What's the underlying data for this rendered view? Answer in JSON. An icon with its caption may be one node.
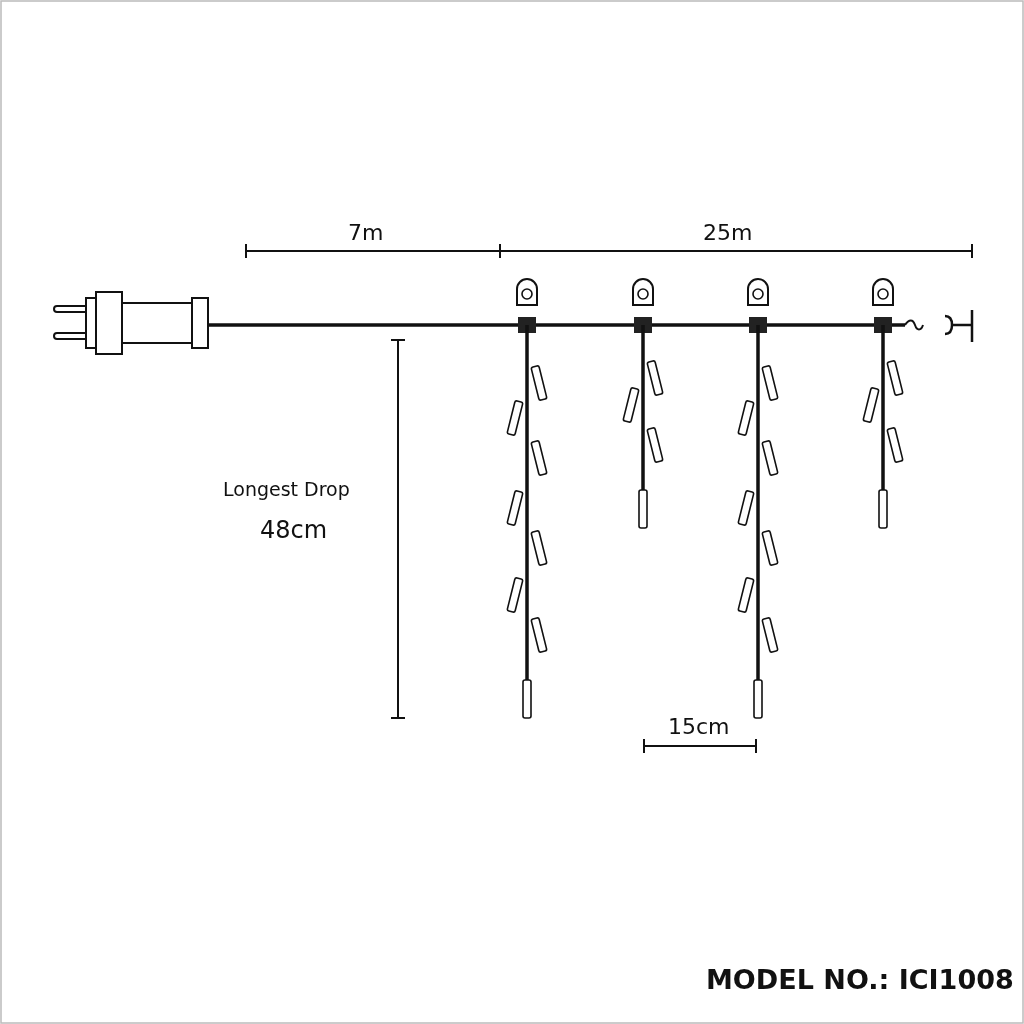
{
  "diagram": {
    "labels": [
      "7m",
      "25m",
      "Longest Drop",
      "48cm",
      "15cm",
      "MODEL NO.: ICI1008"
    ]
  }
}
